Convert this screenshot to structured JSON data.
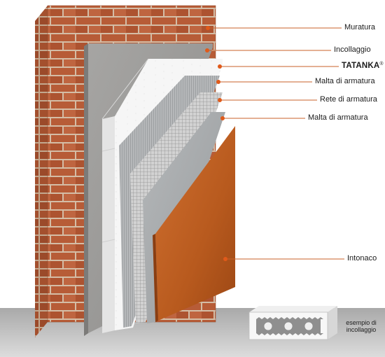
{
  "labels": {
    "muratura": "Muratura",
    "incollaggio": "Incollaggio",
    "tatanka": "TATANKA",
    "registered": "®",
    "malta_1": "Malta di armatura",
    "rete": "Rete di armatura",
    "malta_2": "Malta di armatura",
    "intonaco": "Intonaco"
  },
  "inset": {
    "line1": "esempio di",
    "line2": "incollaggio"
  },
  "colors": {
    "brick": "#b55a35",
    "mortar": "#d9c3ad",
    "adhesive": "#9b9a98",
    "insulation": "#f4f4f4",
    "reinforcement": "#b7b9bb",
    "mesh": "#cfcfcf",
    "plaster": "#c06020",
    "callout_dot": "#e05a1a",
    "callout_line": "#c8602a",
    "floor": "#c9c9c9"
  }
}
